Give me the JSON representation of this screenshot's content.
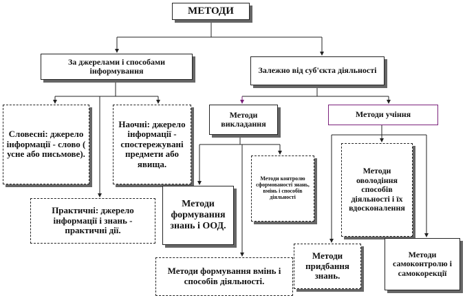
{
  "nodes": {
    "root": "МЕТОДИ",
    "sources": "За джерелами і способами інформування",
    "subject": "Залежно від суб'єкта діяльності",
    "verbal": "Словесні: джерело інформації - слово ( усне або письмове).",
    "visual": "Наочні: джерело інформації - спостережувані предмети або явища.",
    "practical": "Практичні: джерело інформації і знань - практичні дії.",
    "teaching": "Методи викладання",
    "learning": "Методи учіння",
    "knowledge_formation": "Методи формування знань і ООД.",
    "control": "Методи контролю сформованості знань, вмінь і способів діяльності",
    "skills_formation": "Методи формування вмінь і способів діяльності.",
    "mastering": "Методи оволодіння способів діяльності і їх вдосконалення",
    "acquisition": "Методи придбання знань.",
    "self_control": "Методи самоконтролю і самокорекції"
  },
  "colors": {
    "line": "#222222",
    "accent": "#7a1f7a",
    "shadow": "#666666"
  }
}
